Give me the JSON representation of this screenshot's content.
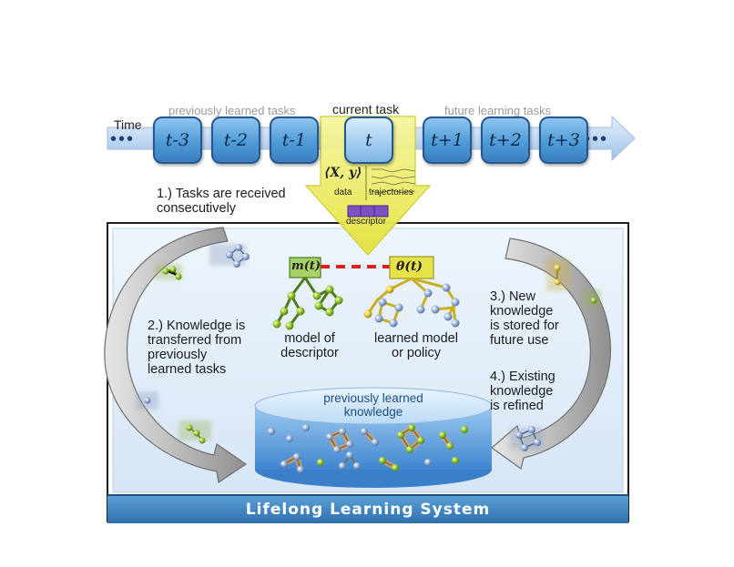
{
  "timeline": {
    "time_label": "Time",
    "prev_label": "previously learned tasks",
    "current_label": "current task",
    "future_label": "future learning tasks",
    "tasks": [
      "t-3",
      "t-2",
      "t-1",
      "t",
      "t+1",
      "t+2",
      "t+3"
    ],
    "left_dots": "•••",
    "right_dots": "•••"
  },
  "current_task": {
    "data_math": "⟨X, y⟩",
    "data_label": "data",
    "trajectories_label": "trajectories",
    "descriptor_label": "descriptor"
  },
  "steps": {
    "step1": "1.) Tasks are received\n      consecutively",
    "step2": "2.) Knowledge is\ntransferred from\npreviously\nlearned tasks",
    "step3": "3.) New\nknowledge\nis stored for\nfuture use",
    "step4": "4.) Existing\nknowledge\nis refined"
  },
  "models": {
    "m_label": "m(t)",
    "theta_label": "θ(t)",
    "descriptor_model": "model of\ndescriptor",
    "learned_model": "learned model\nor policy"
  },
  "knowledge_base": {
    "title": "previously learned\nknowledge"
  },
  "system": {
    "title": "Lifelong Learning System"
  },
  "colors": {
    "accent_yellow": "#e8e84a",
    "task_blue": "#4f9bd8",
    "dashed_red": "#e02020",
    "green_node": "#8ab82a",
    "title_blue": "#2f6fae"
  }
}
